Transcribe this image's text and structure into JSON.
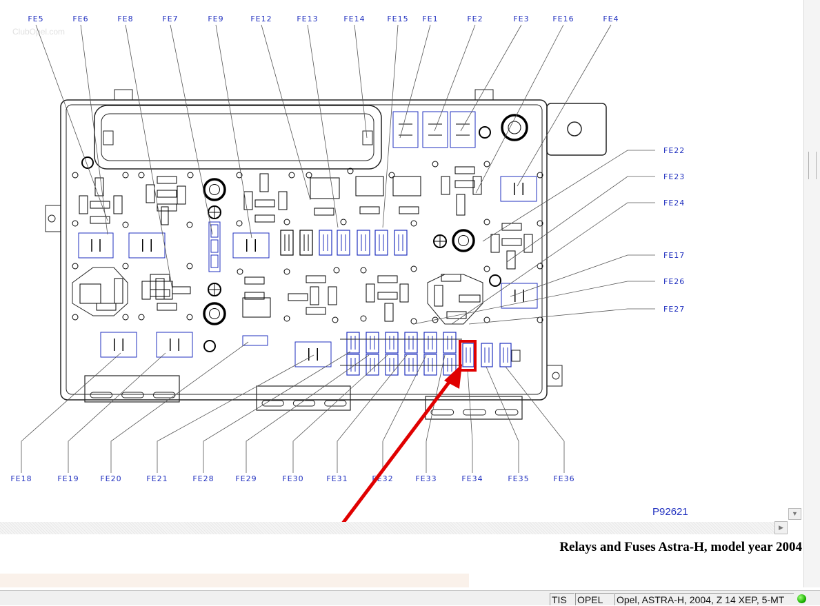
{
  "watermark": "ClubOpel.com",
  "diagram_ref": "P92621",
  "caption": "Relays and Fuses Astra-H, model year 2004",
  "labels_top": [
    "FE5",
    "FE6",
    "FE8",
    "FE7",
    "FE9",
    "FE12",
    "FE13",
    "FE14",
    "FE15",
    "FE1",
    "FE2",
    "FE3",
    "FE16",
    "FE4"
  ],
  "labels_right": [
    "FE22",
    "FE23",
    "FE24",
    "FE17",
    "FE26",
    "FE27"
  ],
  "labels_bottom": [
    "FE18",
    "FE19",
    "FE20",
    "FE21",
    "FE28",
    "FE29",
    "FE30",
    "FE31",
    "FE32",
    "FE33",
    "FE34",
    "FE35",
    "FE36"
  ],
  "highlight": {
    "fuse": "FE34",
    "color": "#e00000"
  },
  "colors": {
    "component": "#1f2fbf",
    "outline": "#222222",
    "highlight": "#e00000"
  },
  "status": {
    "tis": "TIS",
    "brand": "OPEL",
    "vehicle": "Opel, ASTRA-H, 2004, Z 14 XEP, 5-MT",
    "led_color": "#1db300"
  },
  "icons": {
    "scroll_down": "triangle-down-icon",
    "scroll_right": "triangle-right-icon"
  }
}
